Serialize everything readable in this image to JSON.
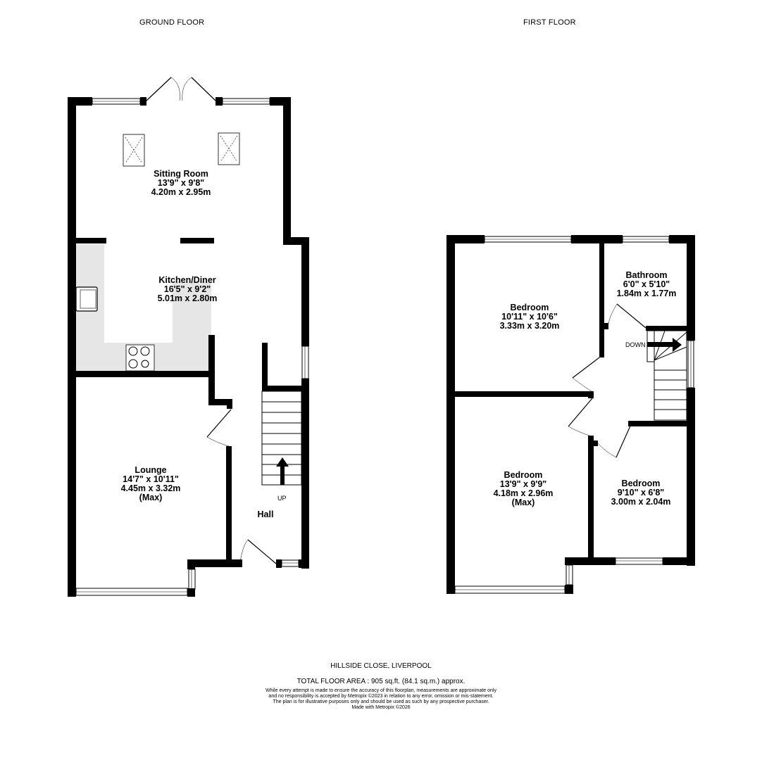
{
  "floors": {
    "ground": {
      "title": "GROUND FLOOR"
    },
    "first": {
      "title": "FIRST FLOOR"
    }
  },
  "rooms": {
    "sitting_room": {
      "name": "Sitting Room",
      "imperial": "13'9\"  x 9'8\"",
      "metric": "4.20m  x 2.95m"
    },
    "kitchen_diner": {
      "name": "Kitchen/Diner",
      "imperial": "16'5\"  x 9'2\"",
      "metric": "5.01m  x 2.80m"
    },
    "lounge": {
      "name": "Lounge",
      "imperial": "14'7\"  x 10'11\"",
      "metric": "4.45m  x 3.32m",
      "note": "(Max)"
    },
    "hall": {
      "name": "Hall"
    },
    "bedroom_1": {
      "name": "Bedroom",
      "imperial": "10'11\"  x 10'6\"",
      "metric": "3.33m  x 3.20m"
    },
    "bathroom": {
      "name": "Bathroom",
      "imperial": "6'0\"  x 5'10\"",
      "metric": "1.84m  x 1.77m"
    },
    "bedroom_2": {
      "name": "Bedroom",
      "imperial": "13'9\"  x 9'9\"",
      "metric": "4.18m  x 2.96m",
      "note": "(Max)"
    },
    "bedroom_3": {
      "name": "Bedroom",
      "imperial": "9'10\"  x 6'8\"",
      "metric": "3.00m  x 2.04m"
    }
  },
  "stairs": {
    "up_label": "UP",
    "down_label": "DOWN"
  },
  "footer": {
    "address": "HILLSIDE CLOSE, LIVERPOOL",
    "total_area": "TOTAL FLOOR AREA : 905 sq.ft. (84.1 sq.m.) approx.",
    "disclaimer_1": "While every attempt is made to ensure the accuracy of this floorplan, measurements are approximate only",
    "disclaimer_2": "and no responsibility is accepted by Metropix ©2023 in relation to any error, omission or mis-statement.",
    "disclaimer_3": "The plan is for illustrative purposes only and should be used as such by any prospective purchaser.",
    "disclaimer_4": "Made with Metropix ©2026"
  },
  "colors": {
    "wall": "#000000",
    "worktop": "#e6e6e6",
    "background": "#ffffff"
  }
}
